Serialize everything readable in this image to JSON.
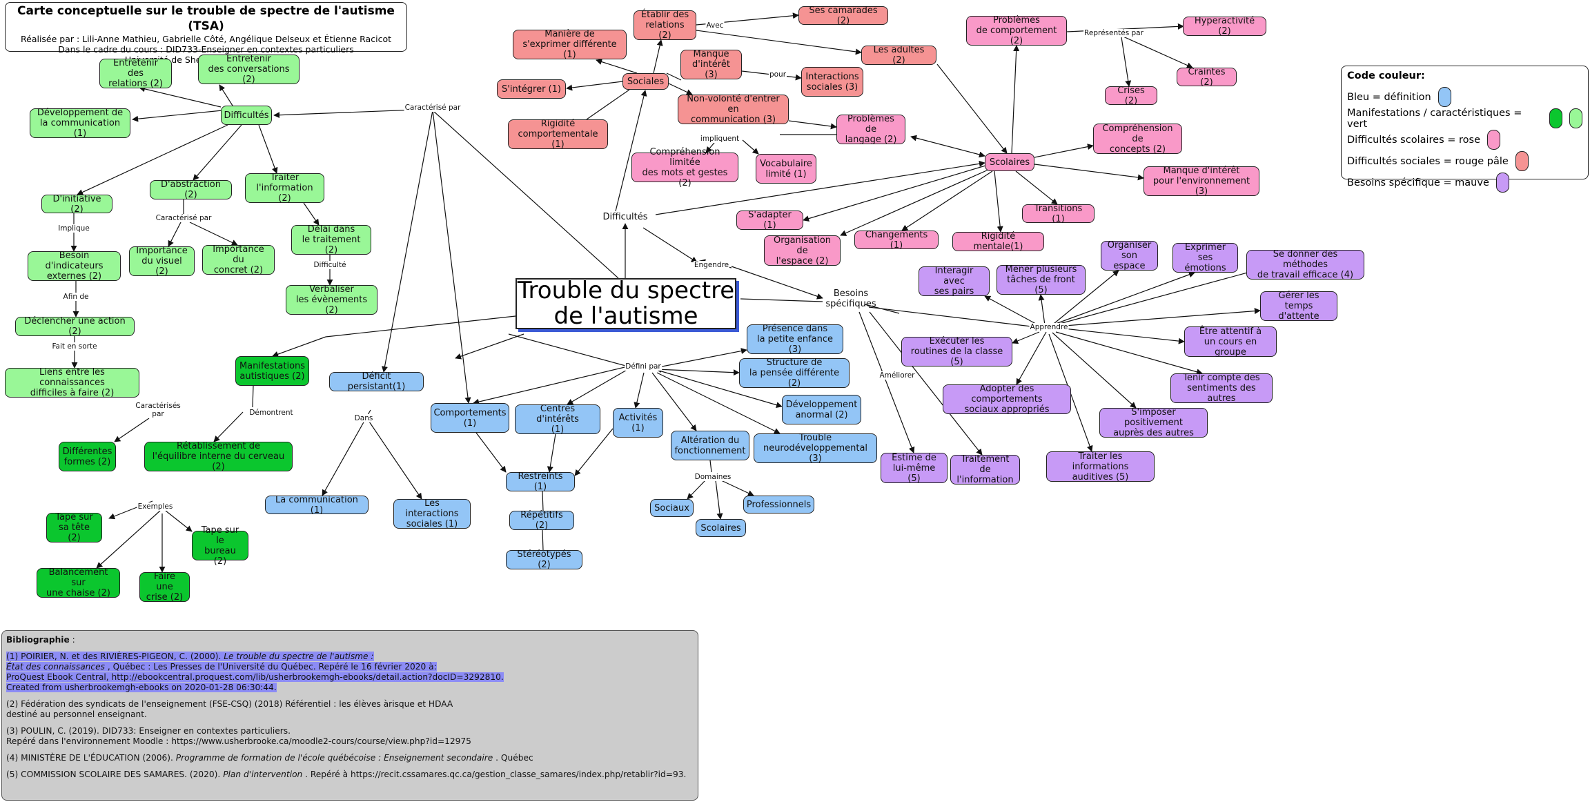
{
  "title": {
    "main": "Carte conceptuelle sur le trouble de spectre de l'autisme (TSA)",
    "lines": [
      "Réalisée par : Lili-Anne Mathieu, Gabrielle Côté, Angélique Delseux et Étienne Racicot",
      "Dans le cadre du cours : DID733-Enseigner en contextes particuliers",
      "Université de Sherbrooke, Hiver 2020"
    ]
  },
  "central": "Trouble du spectre\nde l'autisme",
  "legend": {
    "title": "Code couleur:",
    "rows": [
      {
        "text": "Bleu = définition",
        "colors": [
          "#93c5f6"
        ]
      },
      {
        "text": "Manifestations / caractéristiques = vert",
        "colors": [
          "#0bc62e",
          "#99f797"
        ]
      },
      {
        "text": "Difficultés scolaires = rose",
        "colors": [
          "#f999c8"
        ]
      },
      {
        "text": "Difficultés sociales = rouge pâle",
        "colors": [
          "#f59393"
        ]
      },
      {
        "text": "Besoins spécifique = mauve",
        "colors": [
          "#c79af6"
        ]
      }
    ]
  },
  "nodes": {
    "difficultes_g": "Difficultés",
    "entretenir_rel": "Entretenir des\nrelations (2)",
    "entretenir_conv": "Entretenir\ndes conversations (2)",
    "dev_comm": "Développement de\nla communication (1)",
    "initiative": "D'initiative (2)",
    "abstraction": "D'abstraction (2)",
    "traiter_info": "Traiter\nl'information (2)",
    "besoin_ind": "Besoin d'indicateurs\nexternes (2)",
    "imp_visuel": "Importance\ndu visuel (2)",
    "imp_concret": "Importance du\nconcret (2)",
    "delai": "Délai dans\nle traitement (2)",
    "verbaliser": "Verbaliser\nles évènements (2)",
    "declencher": "Déclencher une action (2)",
    "liens": "Liens entre les connaissances\ndifficiles à faire (2)",
    "manif": "Manifestations\nautistiques (2)",
    "formes": "Différentes\nformes (2)",
    "retab": "Rétablissement de\nl'équilibre interne du cerveau (2)",
    "tape_tete": "Tape sur\nsa tête (2)",
    "tape_bureau": "Tape sur le\nbureau (2)",
    "balancement": "Balancement sur\nune chaise (2)",
    "crise_faire": "Faire une\ncrise (2)",
    "deficit": "Déficit persistant(1)",
    "la_comm": "La communication (1)",
    "interactions_soc": "Les interactions\nsociales (1)",
    "comportements": "Comportements\n(1)",
    "centres": "Centres d'intérêts\n(1)",
    "activites": "Activités\n(1)",
    "restreints": "Restreints (1)",
    "repetitifs": "Répétitifs (2)",
    "stereotypes": "Stéréotypés (2)",
    "alteration": "Altération du\nfonctionnement",
    "sociaux": "Sociaux",
    "scolaires_b": "Scolaires",
    "professionnels": "Professionnels",
    "presence": "Présence dans\nla petite enfance (3)",
    "structure": "Structure de\nla pensée différente (2)",
    "dev_anormal": "Développement\nanormal (2)",
    "trouble_neuro": "Trouble\nneurodéveloppemental (3)",
    "difficultes_c": "Difficultés",
    "sociales": "Sociales",
    "maniere": "Manière de\ns'exprimer différente (1)",
    "etablir": "Établir des\nrelations (2)",
    "camarades": "Ses camarades (2)",
    "adultes": "Les adultes (2)",
    "integrer": "S'intégrer (1)",
    "manque_int": "Manque\nd'intérêt (3)",
    "interactions_soc3": "Interactions\nsociales (3)",
    "non_volonte": "Non-volonté d'entrer en\ncommunication (3)",
    "rigidite_comp": "Rigidité\ncomportementale (1)",
    "comp_limitee": "Compréhension limitée\ndes mots et gestes (2)",
    "vocabulaire": "Vocabulaire\nlimité (1)",
    "prob_langage": "Problèmes de\nlangage (2)",
    "prob_comp": "Problèmes\nde comportement (2)",
    "hyperactivite": "Hyperactivité (2)",
    "craintes": "Craintes (2)",
    "crises": "Crises (2)",
    "comp_concepts": "Compréhension de\nconcepts (2)",
    "scolaires_p": "Scolaires",
    "manque_env": "Manque d'intérêt\npour l'environnement (3)",
    "adapter": "S'adapter (1)",
    "organisation": "Organisation de\nl'espace (2)",
    "changements": "Changements (1)",
    "rigidite_ment": "Rigidité mentale(1)",
    "transitions": "Transitions (1)",
    "besoins": "Besoins\nspécifiques",
    "interagir": "Interagir avec\nses pairs",
    "mener": "Mener plusieurs\ntâches de front (5)",
    "organiser": "Organiser\nson espace",
    "exprimer": "Exprimer\nses émotions",
    "methodes": "Se donner des méthodes\nde travail efficace (4)",
    "gerer": "Gérer les temps\nd'attente",
    "executer": "Exécuter les\nroutines de la classe (5)",
    "attentif": "Être attentif à\nun cours en groupe",
    "adopter": "Adopter des comportements\nsociaux appropriés",
    "tenir": "Tenir compte des\nsentiments des autres",
    "imposer": "S'imposer positivement\nauprès des autres",
    "traiter_aud": "Traiter les informations\nauditives (5)",
    "estime": "Estime de\nlui-même (5)",
    "traitement_info": "Traitement de\nl'information"
  },
  "link_labels": {
    "caracterise_par": "Caractérisé par",
    "implique": "Implique",
    "afin_de": "Afin de",
    "fait_en_sorte": "Fait en sorte",
    "caracterise_par2": "Caractérisé par",
    "difficulte": "Difficulté",
    "caracterises_par": "Caractérisés\npar",
    "demontrent": "Démontrent",
    "exemples": "Exemples",
    "dans": "Dans",
    "defini_par": "Défini par",
    "domaines": "Domaines",
    "avec": "Avec",
    "pour": "pour",
    "impliquent": "impliquent",
    "representes_par": "Représentés par",
    "engendre": "Engendre",
    "apprendre": "Apprendre",
    "ameliorer": "Améliorer"
  },
  "bibliography": {
    "heading": "Bibliographie",
    "heading_suffix": " :",
    "ref1": {
      "lines": [
        "(1) POIRIER, N. et des RIVIÈRES-PIGEON, C. (2000). ",
        "Le trouble du spectre de l'autisme : ",
        "État des connaissances",
        " , Québec : Les Presses de l'Université du Québec. Repéré le 16 février 2020 à:",
        "ProQuest Ebook Central, http://ebookcentral.proquest.com/lib/usherbrookemgh-ebooks/detail.action?docID=3292810.",
        "Created from usherbrookemgh-ebooks on 2020-01-28 06:30:44."
      ]
    },
    "ref2": [
      "(2)  Fédération des syndicats de l'enseignement (FSE-CSQ) (2018) Référentiel : les élèves àrisque et HDAA",
      "destiné au personnel enseignant."
    ],
    "ref3": [
      "(3) POULIN, C. (2019).  DID733: Enseigner en contextes particuliers.",
      "Repéré dans l'environnement Moodle : https://www.usherbrooke.ca/moodle2-cours/course/view.php?id=12975"
    ],
    "ref4": [
      "(4) MINISTÈRE DE L'ÉDUCATION (2006). ",
      "Programme de formation de l'école québécoise : Enseignement secondaire",
      " . Québec"
    ],
    "ref5": [
      "(5) COMMISSION SCOLAIRE DES SAMARES. (2020). ",
      "Plan d'intervention",
      " . Repéré à https://recit.cssamares.qc.ca/gestion_classe_samares/index.php/retablir?id=93."
    ]
  }
}
